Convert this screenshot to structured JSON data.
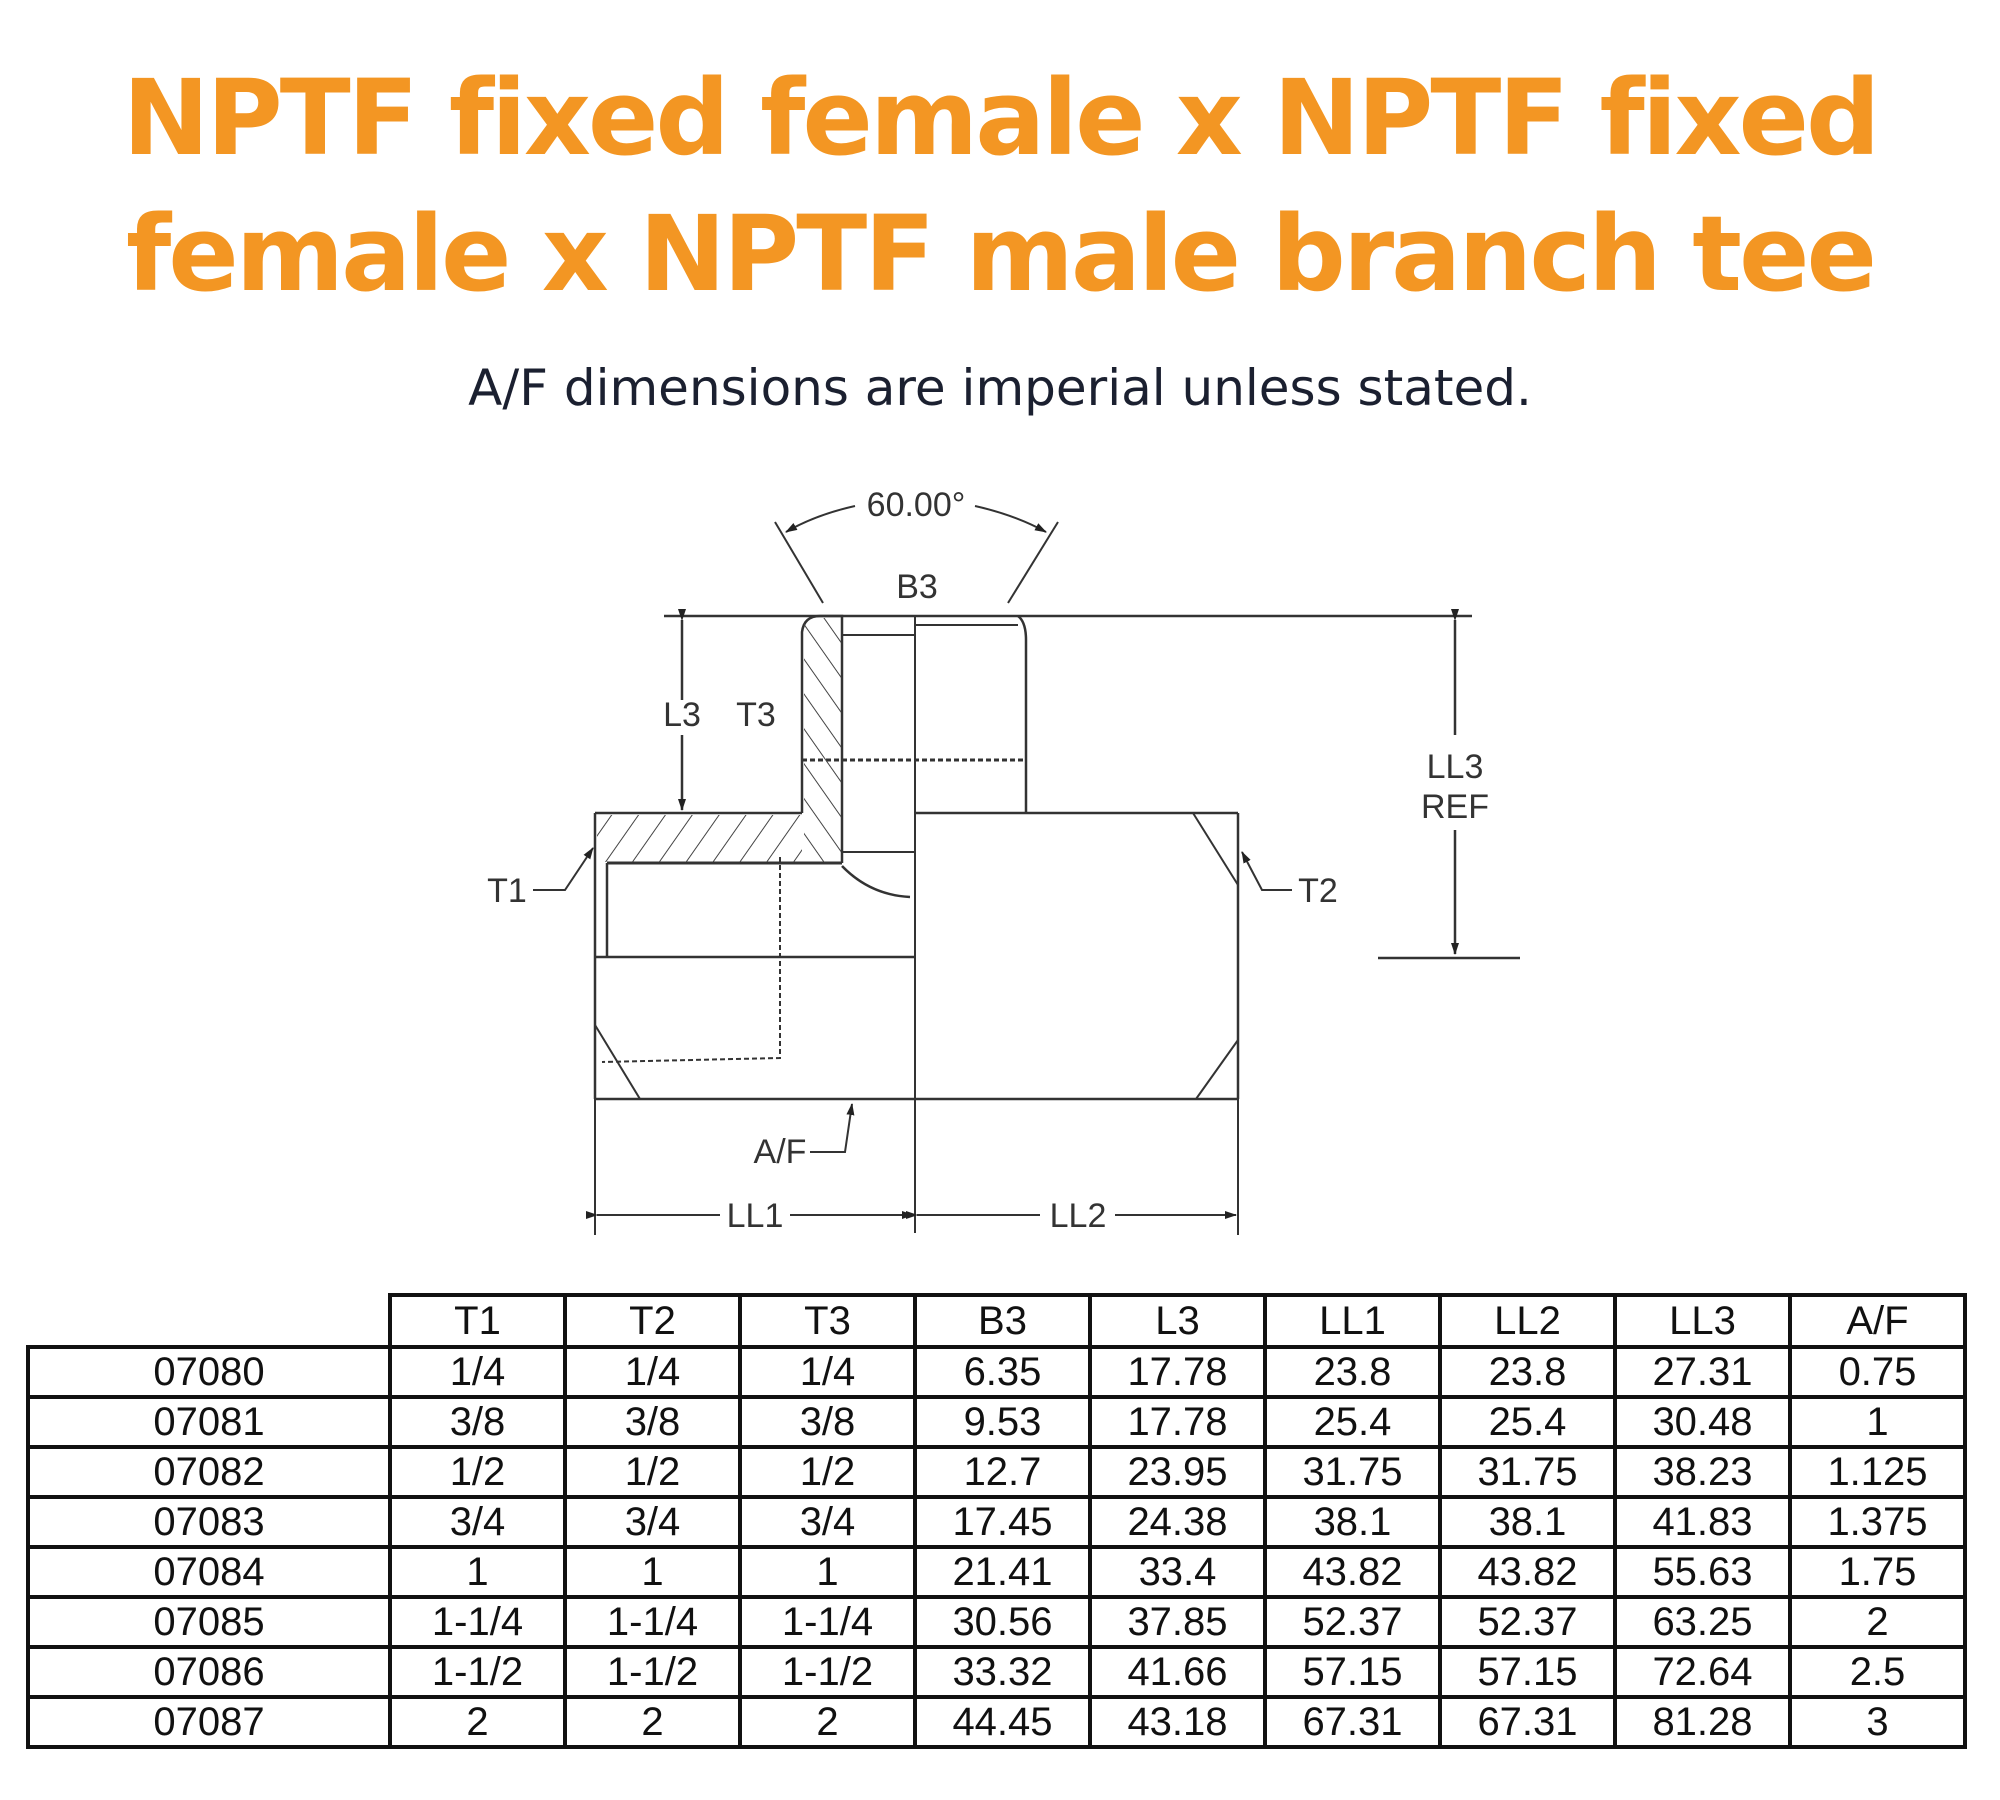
{
  "header": {
    "title_line1": "NPTF fixed female x NPTF fixed",
    "title_line2": "female x NPTF male branch tee",
    "subtitle": "A/F dimensions are imperial unless stated.",
    "accent_color": "#F39623",
    "text_color": "#1b2030"
  },
  "diagram": {
    "labels": {
      "angle": "60.00°",
      "b3": "B3",
      "l3": "L3",
      "t3": "T3",
      "ll3": "LL3",
      "ref": "REF",
      "t1": "T1",
      "t2": "T2",
      "af": "A/F",
      "ll1": "LL1",
      "ll2": "LL2"
    }
  },
  "table": {
    "columns": [
      "",
      "T1",
      "T2",
      "T3",
      "B3",
      "L3",
      "LL1",
      "LL2",
      "LL3",
      "A/F"
    ],
    "rows": [
      [
        "07080",
        "1/4",
        "1/4",
        "1/4",
        "6.35",
        "17.78",
        "23.8",
        "23.8",
        "27.31",
        "0.75"
      ],
      [
        "07081",
        "3/8",
        "3/8",
        "3/8",
        "9.53",
        "17.78",
        "25.4",
        "25.4",
        "30.48",
        "1"
      ],
      [
        "07082",
        "1/2",
        "1/2",
        "1/2",
        "12.7",
        "23.95",
        "31.75",
        "31.75",
        "38.23",
        "1.125"
      ],
      [
        "07083",
        "3/4",
        "3/4",
        "3/4",
        "17.45",
        "24.38",
        "38.1",
        "38.1",
        "41.83",
        "1.375"
      ],
      [
        "07084",
        "1",
        "1",
        "1",
        "21.41",
        "33.4",
        "43.82",
        "43.82",
        "55.63",
        "1.75"
      ],
      [
        "07085",
        "1-1/4",
        "1-1/4",
        "1-1/4",
        "30.56",
        "37.85",
        "52.37",
        "52.37",
        "63.25",
        "2"
      ],
      [
        "07086",
        "1-1/2",
        "1-1/2",
        "1-1/2",
        "33.32",
        "41.66",
        "57.15",
        "57.15",
        "72.64",
        "2.5"
      ],
      [
        "07087",
        "2",
        "2",
        "2",
        "44.45",
        "43.18",
        "67.31",
        "67.31",
        "81.28",
        "3"
      ]
    ]
  }
}
